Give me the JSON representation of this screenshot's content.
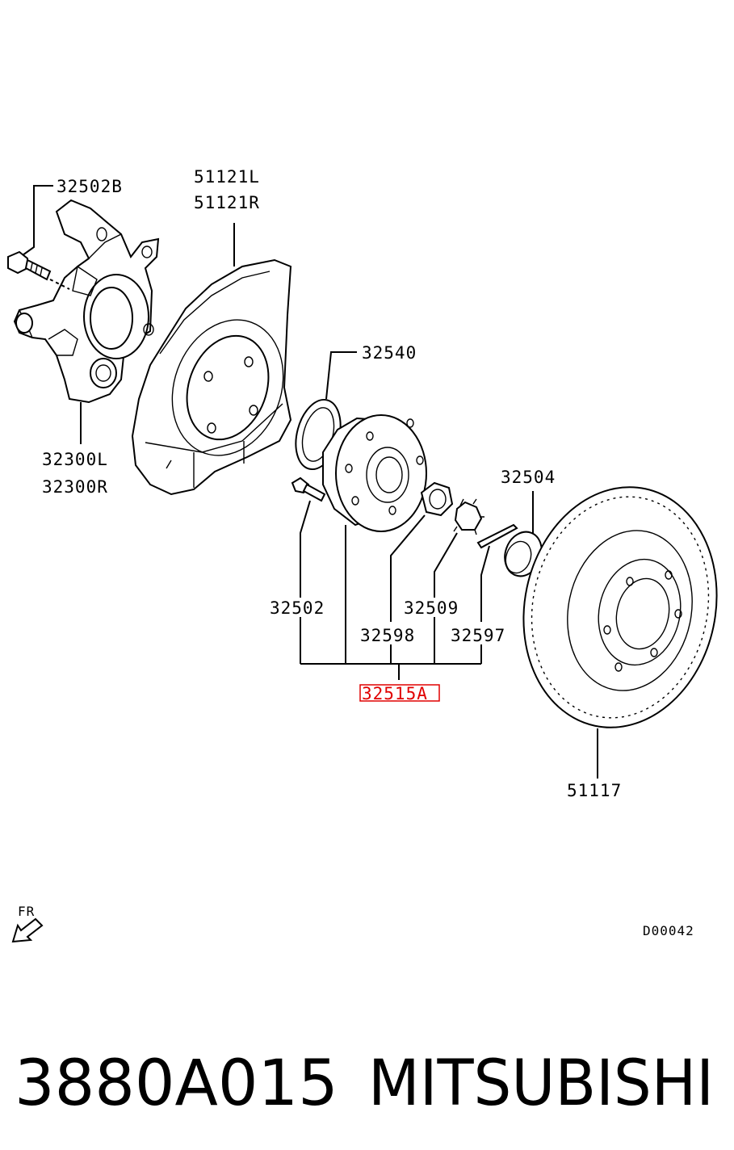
{
  "callouts": {
    "p32502B": "32502B",
    "p51121L": "51121L",
    "p51121R": "51121R",
    "p32540": "32540",
    "p32300L": "32300L",
    "p32300R": "32300R",
    "p32504": "32504",
    "p32502": "32502",
    "p32509": "32509",
    "p32598": "32598",
    "p32597": "32597",
    "p32515A": "32515A",
    "p51117": "51117"
  },
  "direction_label": "FR",
  "diagram_code": "D00042",
  "caption": {
    "part_number": "3880A015",
    "brand": "MITSUBISHI"
  },
  "colors": {
    "highlight": "#e00000",
    "line": "#000000",
    "background": "#ffffff"
  }
}
